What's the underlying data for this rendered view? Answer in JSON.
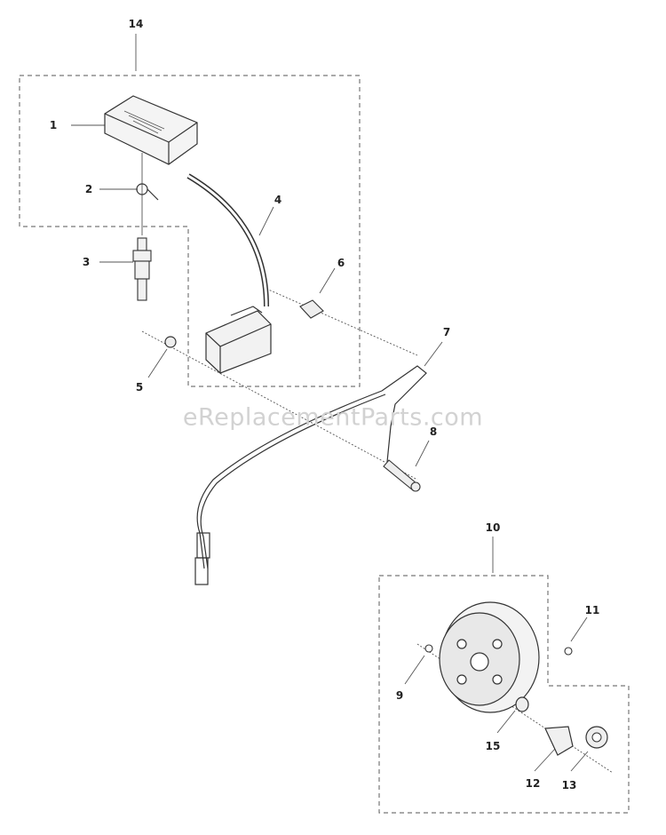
{
  "watermark": "eReplacementParts.com",
  "callouts": {
    "c1": "1",
    "c2": "2",
    "c3": "3",
    "c4": "4",
    "c5": "5",
    "c6": "6",
    "c7": "7",
    "c8": "8",
    "c9": "9",
    "c10": "10",
    "c11": "11",
    "c12": "12",
    "c13": "13",
    "c14": "14",
    "c15": "15"
  }
}
